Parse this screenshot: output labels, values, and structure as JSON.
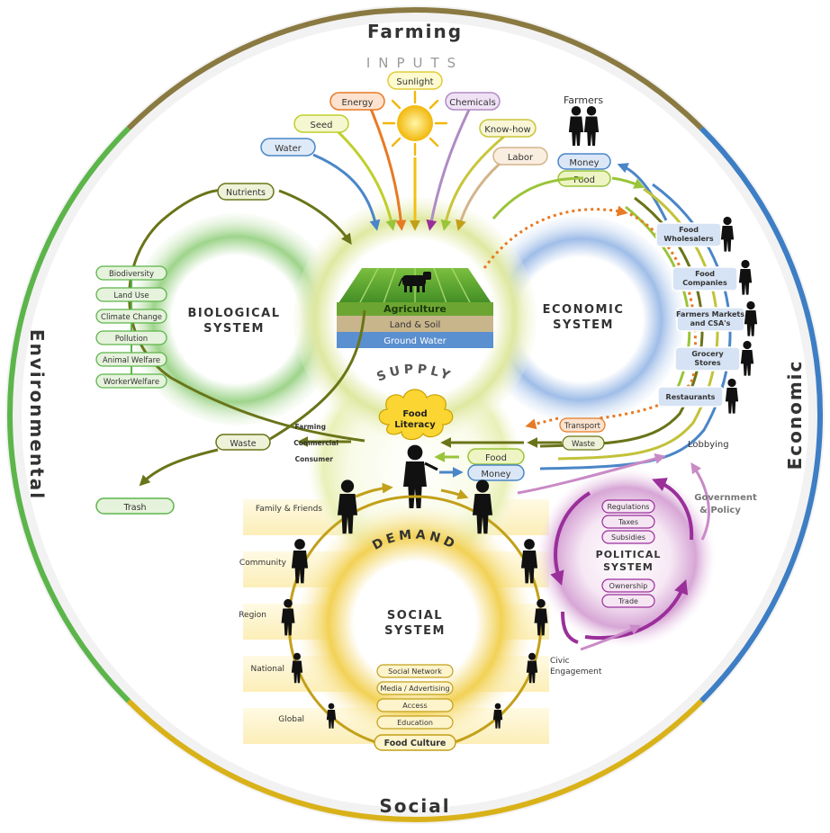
{
  "ring": {
    "top": "Farming",
    "left": "Environmental",
    "right": "Economic",
    "bottom": "Social"
  },
  "inputs": {
    "title": "INPUTS",
    "items": [
      "Sunlight",
      "Energy",
      "Chemicals",
      "Seed",
      "Know-how",
      "Water",
      "Labor"
    ]
  },
  "farmers": {
    "label": "Farmers",
    "money": "Money",
    "food": "Food"
  },
  "agriculture": {
    "title": "Agriculture",
    "soil": "Land & Soil",
    "water": "Ground Water"
  },
  "biological": {
    "title_1": "BIOLOGICAL",
    "title_2": "SYSTEM",
    "nutrients": "Nutrients",
    "items": [
      "Biodiversity",
      "Land Use",
      "Climate Change",
      "Pollution",
      "Animal Welfare",
      "WorkerWelfare"
    ],
    "waste": "Waste",
    "trash": "Trash"
  },
  "economic": {
    "title_1": "ECONOMIC",
    "title_2": "SYSTEM",
    "chain": [
      [
        "Food",
        "Wholesalers"
      ],
      [
        "Food",
        "Companies"
      ],
      [
        "Farmers Markets",
        "and CSA's"
      ],
      [
        "Grocery",
        "Stores"
      ],
      [
        "Restaurants"
      ]
    ],
    "transport": "Transport",
    "waste": "Waste",
    "lobbying": "Lobbying"
  },
  "supply": {
    "label": "SUPPLY",
    "food": "Food",
    "money": "Money",
    "farming": "Farming",
    "commercial": "Commercial",
    "consumer": "Consumer"
  },
  "food_literacy": {
    "line1": "Food",
    "line2": "Literacy"
  },
  "political": {
    "title_1": "POLITICAL",
    "title_2": "SYSTEM",
    "items": [
      "Regulations",
      "Taxes",
      "Subsidies",
      "Ownership",
      "Trade"
    ],
    "gov_1": "Government",
    "gov_2": "& Policy"
  },
  "social": {
    "demand": "DEMAND",
    "title_1": "SOCIAL",
    "title_2": "SYSTEM",
    "levels": [
      "Family & Friends",
      "Community",
      "Region",
      "National",
      "Global"
    ],
    "civic_1": "Civic",
    "civic_2": "Engagement",
    "items": [
      "Social Network",
      "Media / Advertising",
      "Access",
      "Education",
      "Food Culture"
    ]
  },
  "colors": {
    "farming": "#8a7a42",
    "environmental": "#5cb54a",
    "economic": "#3d7ec4",
    "social": "#d9b21a",
    "olive": "#6a7418",
    "political": "#9a2f9a",
    "orange": "#e77a25"
  }
}
